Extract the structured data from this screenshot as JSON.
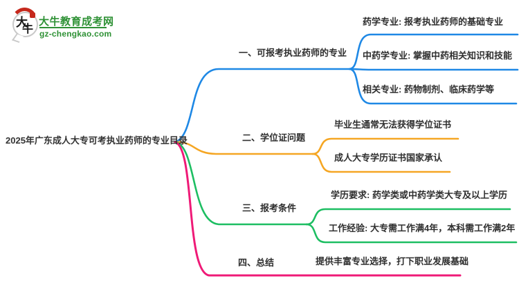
{
  "logo": {
    "icon_text_1": "大",
    "icon_text_2": "牛",
    "site_name": "大牛教育成考网",
    "site_url": "gz-chengkao.com",
    "brand_green": "#2e9135",
    "seal_red": "#c5281c"
  },
  "mindmap": {
    "root": {
      "label": "2025年广东成人大专可考执业药师的专业目录"
    },
    "branches": [
      {
        "label": "一、可报考执业药师的专业",
        "color": "#1e88e5",
        "children": [
          "药学专业: 报考执业药师的基础专业",
          "中药学专业: 掌握中药相关知识和技能",
          "相关专业: 药物制剂、临床药学等"
        ]
      },
      {
        "label": "二、学位证问题",
        "color": "#f5a623",
        "children": [
          "毕业生通常无法获得学位证书",
          "成人大专学历证书国家承认"
        ]
      },
      {
        "label": "三、报考条件",
        "color": "#1dbe62",
        "children": [
          "学历要求: 药学类或中药学类大专及以上学历",
          "工作经验: 大专需工作满4年，本科需工作满2年"
        ]
      },
      {
        "label": "四、总结",
        "color": "#ef1a77",
        "children": [
          "提供丰富专业选择，打下职业发展基础"
        ]
      }
    ]
  }
}
